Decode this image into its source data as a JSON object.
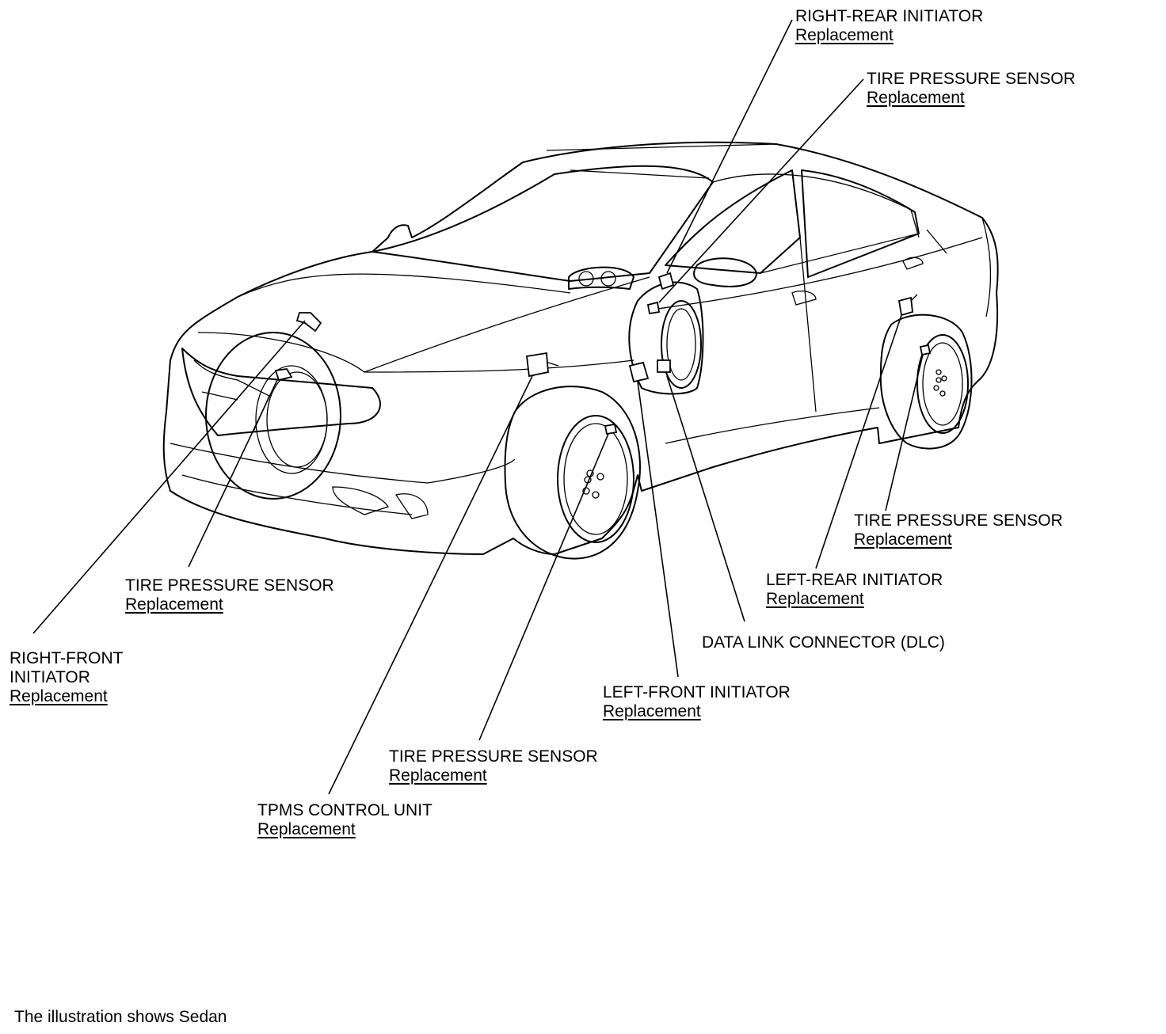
{
  "callouts": [
    {
      "id": "right-rear-initiator",
      "name": "RIGHT-REAR INITIATOR",
      "link": "Replacement"
    },
    {
      "id": "tire-pressure-sensor-rr",
      "name": "TIRE PRESSURE SENSOR",
      "link": "Replacement"
    },
    {
      "id": "tire-pressure-sensor-lr",
      "name": "TIRE PRESSURE SENSOR",
      "link": "Replacement"
    },
    {
      "id": "left-rear-initiator",
      "name": "LEFT-REAR INITIATOR",
      "link": "Replacement"
    },
    {
      "id": "data-link-connector",
      "name": "DATA LINK CONNECTOR (DLC)",
      "link": ""
    },
    {
      "id": "left-front-initiator",
      "name": "LEFT-FRONT INITIATOR",
      "link": "Replacement"
    },
    {
      "id": "tire-pressure-sensor-lf",
      "name": "TIRE PRESSURE SENSOR",
      "link": "Replacement"
    },
    {
      "id": "tpms-control-unit",
      "name": "TPMS CONTROL UNIT",
      "link": "Replacement"
    },
    {
      "id": "tire-pressure-sensor-rf",
      "name": "TIRE PRESSURE SENSOR",
      "link": "Replacement"
    },
    {
      "id": "right-front-initiator",
      "name": "RIGHT-FRONT\nINITIATOR",
      "link": "Replacement"
    }
  ],
  "caption": "The illustration shows Sedan"
}
